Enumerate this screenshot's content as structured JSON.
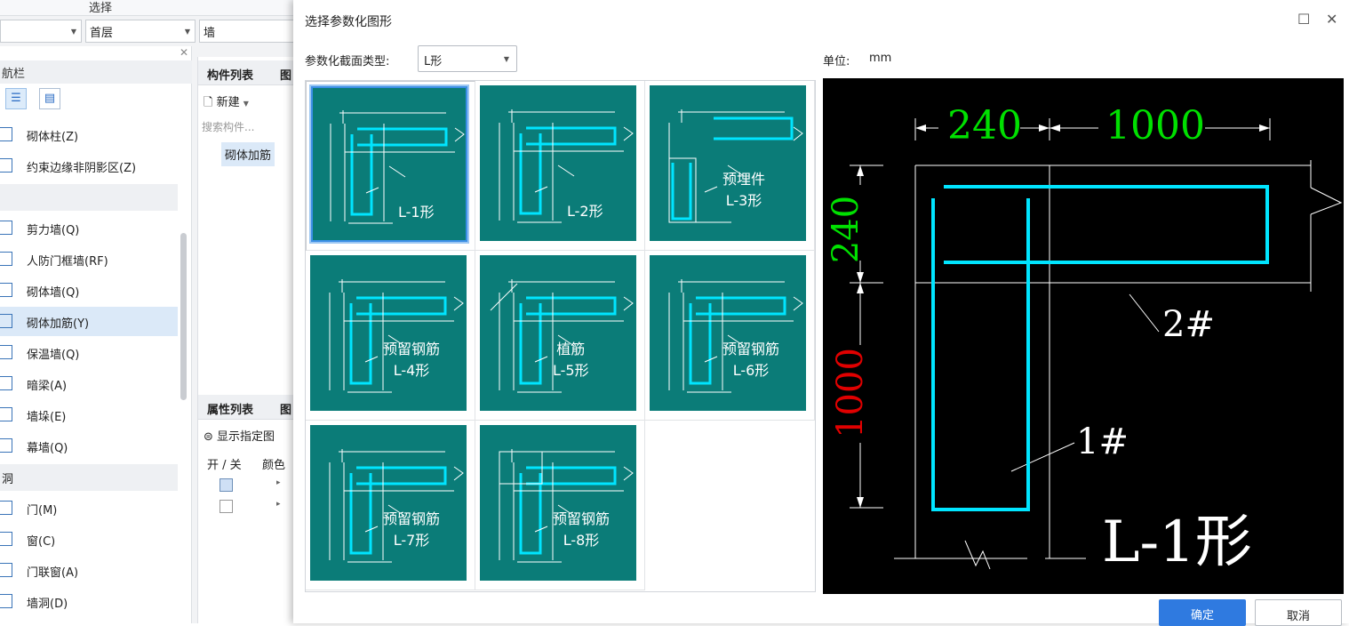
{
  "topbar": {
    "title": "选择",
    "floor": "首层",
    "category": "墙"
  },
  "nav": {
    "title": "航栏",
    "items_a": [
      {
        "label": "砌体柱(Z)"
      },
      {
        "label": "约束边缘非阴影区(Z)"
      }
    ],
    "items_b": [
      {
        "label": "剪力墙(Q)"
      },
      {
        "label": "人防门框墙(RF)"
      },
      {
        "label": "砌体墙(Q)"
      },
      {
        "label": "砌体加筋(Y)"
      },
      {
        "label": "保温墙(Q)"
      },
      {
        "label": "暗梁(A)"
      },
      {
        "label": "墙垛(E)"
      },
      {
        "label": "幕墙(Q)"
      }
    ],
    "group_c": "洞",
    "items_c": [
      {
        "label": "门(M)"
      },
      {
        "label": "窗(C)"
      },
      {
        "label": "门联窗(A)"
      },
      {
        "label": "墙洞(D)"
      }
    ]
  },
  "mid": {
    "tab1": "构件列表",
    "tab1b": "图",
    "new_label": "新建",
    "search_placeholder": "搜索构件...",
    "component": "砌体加筋",
    "tab2": "属性列表",
    "tab2b": "图",
    "show_label": "显示指定图",
    "col1": "开 / 关",
    "col2": "颜色"
  },
  "dialog": {
    "title": "选择参数化图形",
    "section_type_label": "参数化截面类型:",
    "section_type_value": "L形",
    "unit_label": "单位:",
    "unit_value": "mm",
    "ok": "确定",
    "cancel": "取消"
  },
  "shapes": [
    {
      "id": "L-1",
      "name": "L-1形",
      "selected": true
    },
    {
      "id": "L-2",
      "name": "L-2形",
      "selected": false
    },
    {
      "id": "L-3",
      "name": "预埋件\nL-3形",
      "selected": false
    },
    {
      "id": "L-4",
      "name": "预留钢筋\nL-4形",
      "selected": false
    },
    {
      "id": "L-5",
      "name": "植筋\nL-5形",
      "selected": false
    },
    {
      "id": "L-6",
      "name": "预留钢筋\nL-6形",
      "selected": false
    },
    {
      "id": "L-7",
      "name": "预留钢筋\nL-7形",
      "selected": false
    },
    {
      "id": "L-8",
      "name": "预留钢筋\nL-8形",
      "selected": false
    }
  ],
  "preview": {
    "dim_b1": "240",
    "dim_ls2": "1000",
    "dim_b2": "240",
    "dim_la": "1000",
    "bar1": "1#",
    "bar2": "2#",
    "shape_name": "L-1形",
    "colors": {
      "dim_green": "#00e000",
      "dim_red": "#e00000",
      "bar": "#00e5ff",
      "line": "#ffffff"
    }
  }
}
